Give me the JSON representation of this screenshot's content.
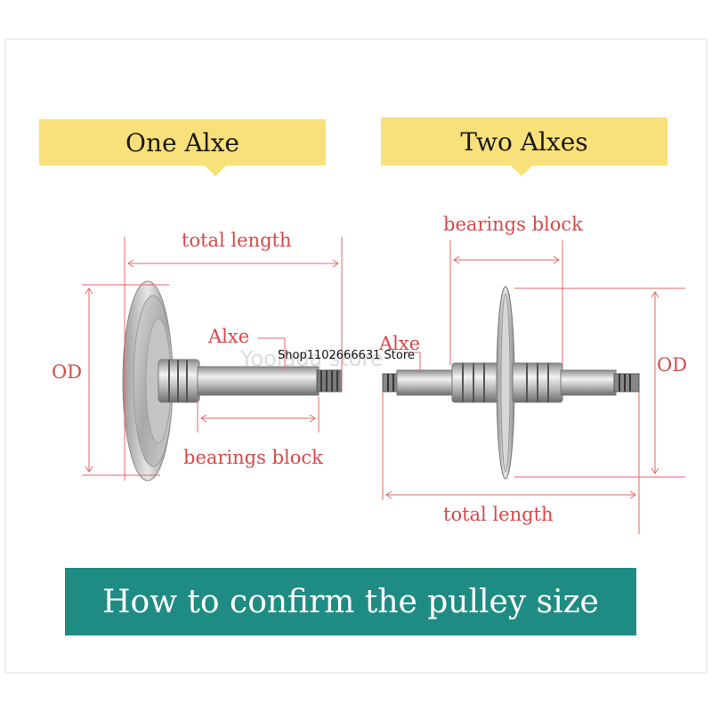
{
  "panels": {
    "one_axle": {
      "title": "One Alxe",
      "labels": {
        "total_length": "total length",
        "od": "OD",
        "axle": "Alxe",
        "bearings_block": "bearings block"
      }
    },
    "two_axles": {
      "title": "Two Alxes",
      "labels": {
        "bearings_block": "bearings block",
        "axle": "Alxe",
        "od": "OD",
        "total_length": "total length"
      }
    }
  },
  "banner": {
    "text": "How to confirm the pulley size"
  },
  "watermark": {
    "text": "Yoolada store",
    "store_name": "Shop1102666631 Store"
  },
  "colors": {
    "title_bg": "#f8e07a",
    "banner_bg": "#1f8c84",
    "dimension_red": "#d8484a",
    "metal": "#b8b8b8"
  }
}
